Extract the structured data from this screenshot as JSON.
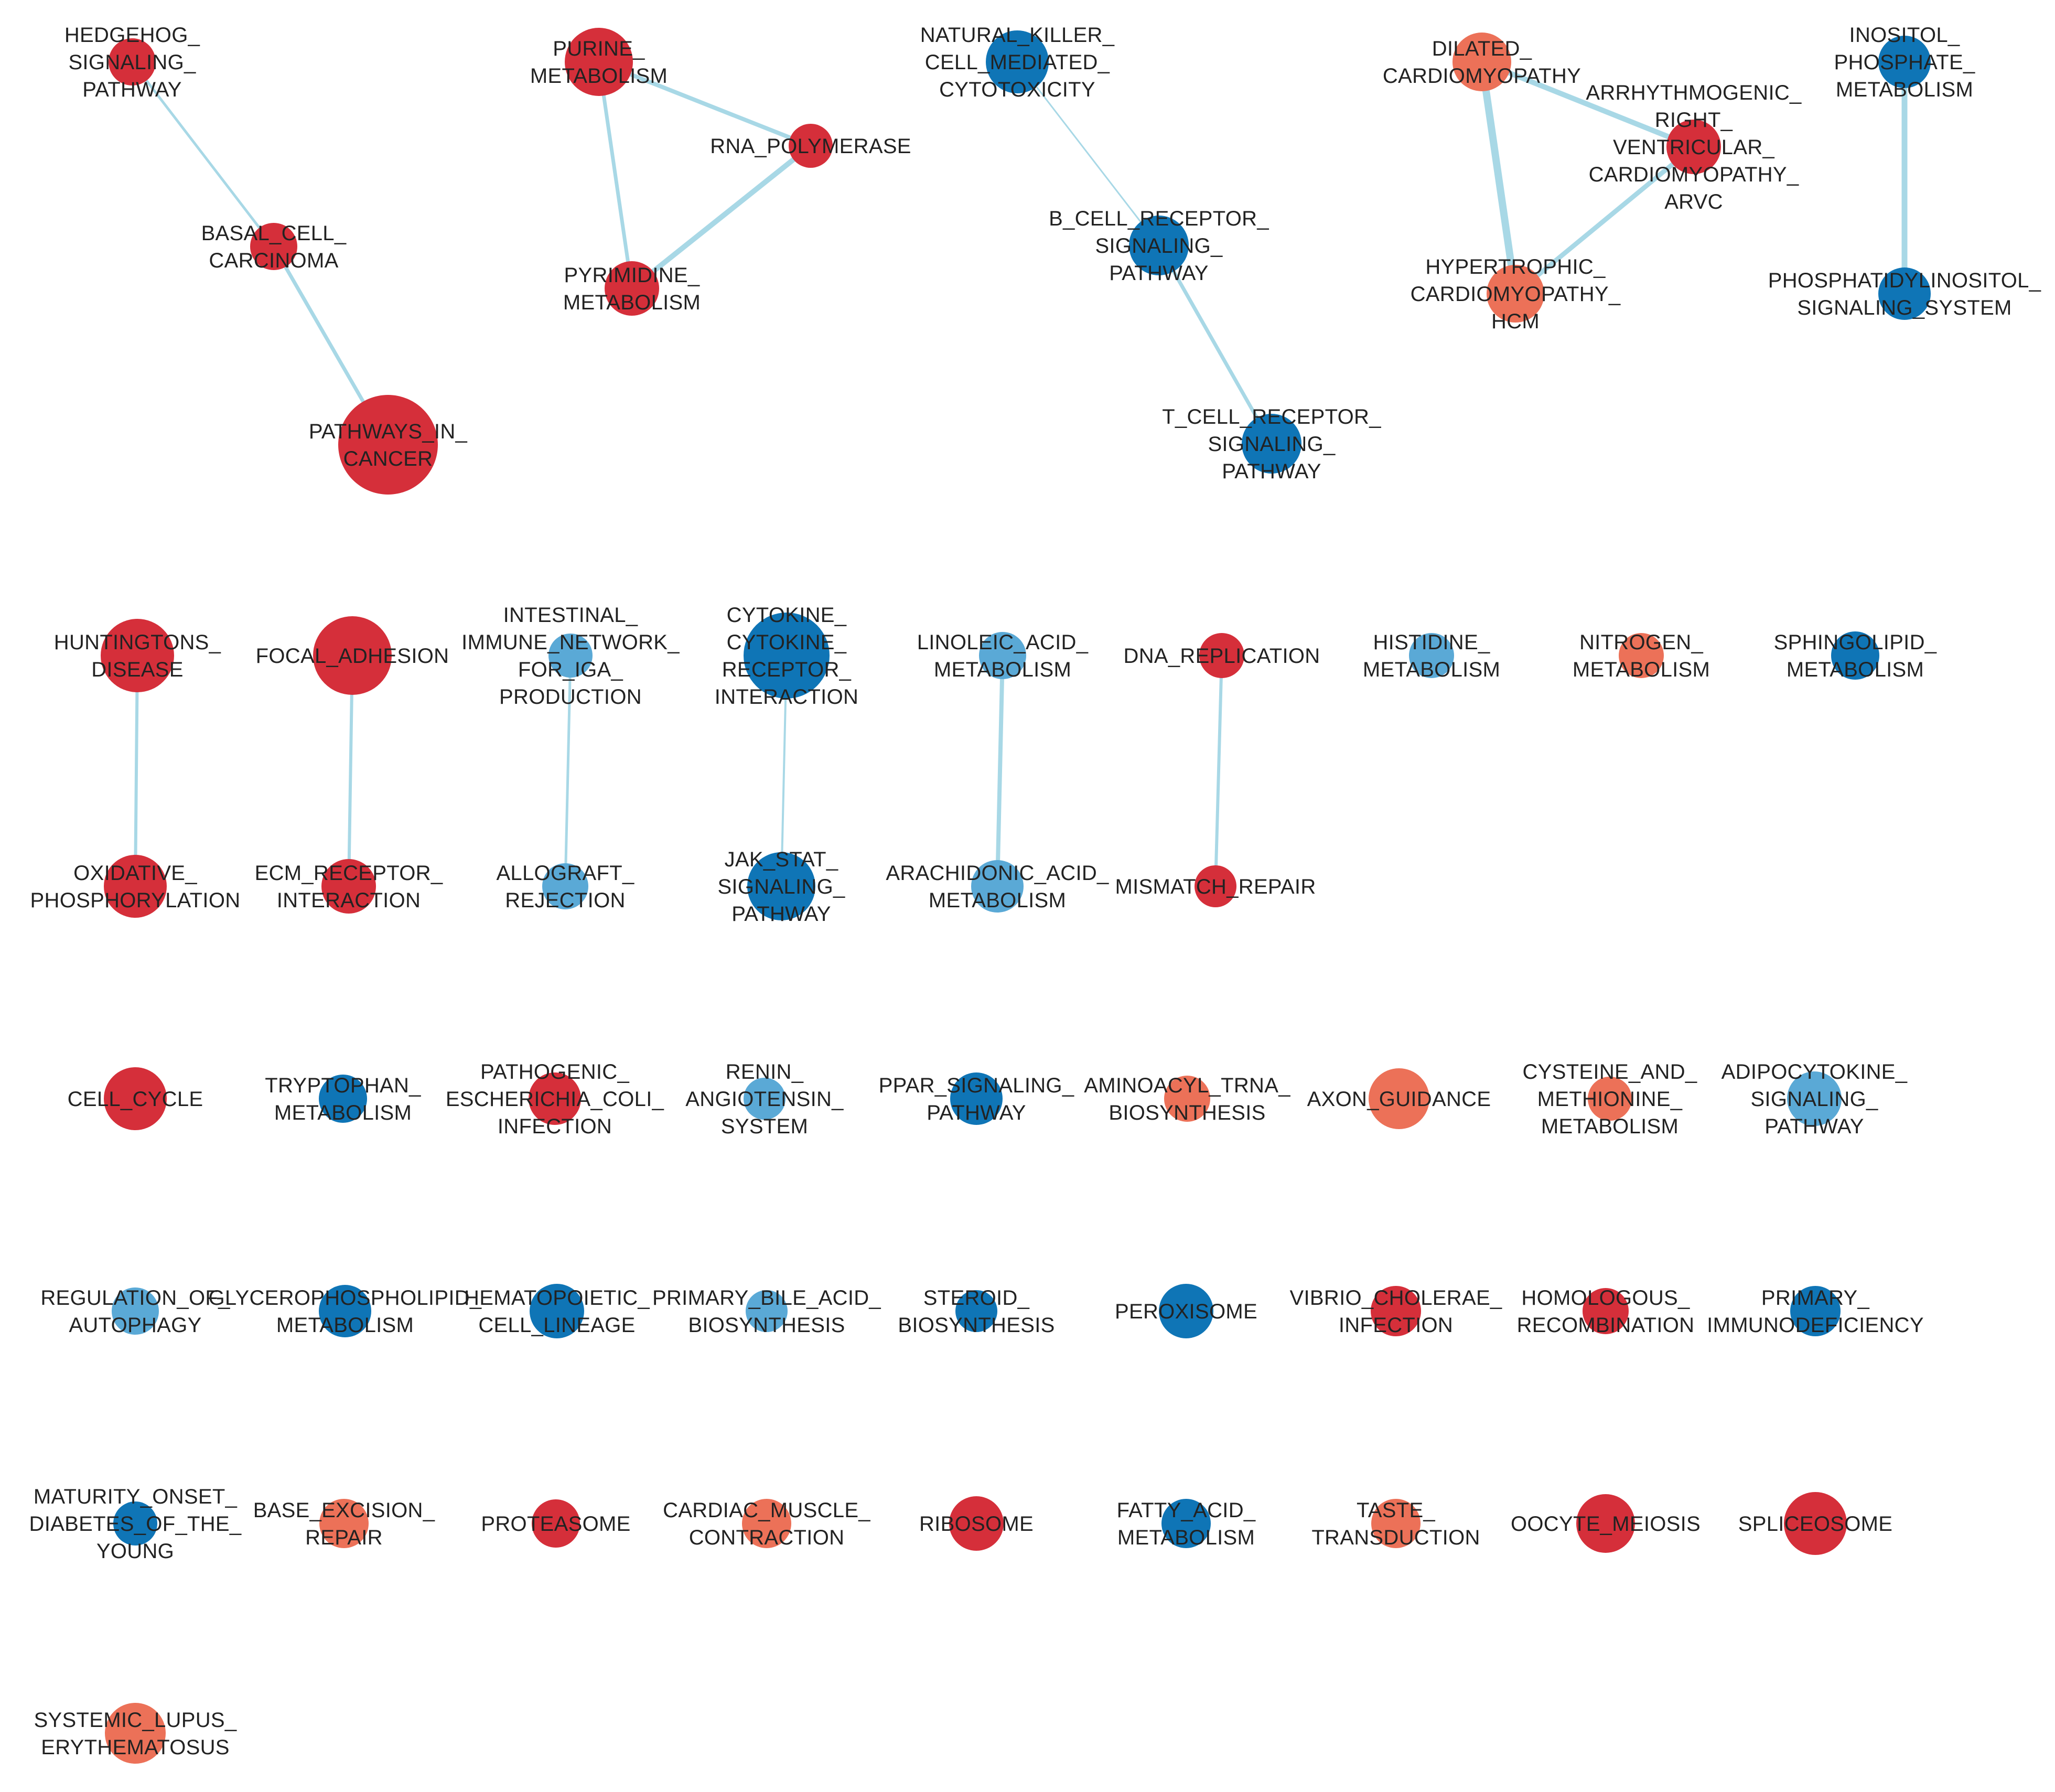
{
  "colors": {
    "edge": "#a8d8e6",
    "red": "#d52f3a",
    "salmon": "#ec7158",
    "blue": "#0f75b6",
    "lightblue": "#5aa9d6"
  },
  "nodes": [
    {
      "id": "hedgehog",
      "color": "red",
      "label": [
        "HEDGEHOG_",
        "SIGNALING_",
        "PATHWAY"
      ]
    },
    {
      "id": "basal",
      "color": "red",
      "label": [
        "BASAL_CELL_",
        "CARCINOMA"
      ]
    },
    {
      "id": "cancer",
      "color": "red",
      "label": [
        "PATHWAYS_IN_",
        "CANCER"
      ]
    },
    {
      "id": "purine",
      "color": "red",
      "label": [
        "PURINE_",
        "METABOLISM"
      ]
    },
    {
      "id": "rnapol",
      "color": "red",
      "label": [
        "RNA_POLYMERASE"
      ]
    },
    {
      "id": "pyrimidine",
      "color": "red",
      "label": [
        "PYRIMIDINE_",
        "METABOLISM"
      ]
    },
    {
      "id": "nk",
      "color": "blue",
      "label": [
        "NATURAL_KILLER_",
        "CELL_MEDIATED_",
        "CYTOTOXICITY"
      ]
    },
    {
      "id": "bcell",
      "color": "blue",
      "label": [
        "B_CELL_RECEPTOR_",
        "SIGNALING_",
        "PATHWAY"
      ]
    },
    {
      "id": "tcell",
      "color": "blue",
      "label": [
        "T_CELL_RECEPTOR_",
        "SIGNALING_",
        "PATHWAY"
      ]
    },
    {
      "id": "dilated",
      "color": "salmon",
      "label": [
        "DILATED_",
        "CARDIOMYOPATHY"
      ]
    },
    {
      "id": "arvc",
      "color": "red",
      "label": [
        "ARRHYTHMOGENIC_",
        "RIGHT_",
        "VENTRICULAR_",
        "CARDIOMYOPATHY_",
        "ARVC"
      ]
    },
    {
      "id": "hcm",
      "color": "salmon",
      "label": [
        "HYPERTROPHIC_",
        "CARDIOMYOPATHY_",
        "HCM"
      ]
    },
    {
      "id": "inositol",
      "color": "blue",
      "label": [
        "INOSITOL_",
        "PHOSPHATE_",
        "METABOLISM"
      ]
    },
    {
      "id": "phosphat",
      "color": "blue",
      "label": [
        "PHOSPHATIDYLINOSITOL_",
        "SIGNALING_SYSTEM"
      ]
    },
    {
      "id": "huntington",
      "color": "red",
      "label": [
        "HUNTINGTONS_",
        "DISEASE"
      ]
    },
    {
      "id": "oxphos",
      "color": "red",
      "label": [
        "OXIDATIVE_",
        "PHOSPHORYLATION"
      ]
    },
    {
      "id": "focal",
      "color": "red",
      "label": [
        "FOCAL_ADHESION"
      ]
    },
    {
      "id": "ecm",
      "color": "red",
      "label": [
        "ECM_RECEPTOR_",
        "INTERACTION"
      ]
    },
    {
      "id": "iga",
      "color": "lightblue",
      "label": [
        "INTESTINAL_",
        "IMMUNE_NETWORK_",
        "FOR_IGA_",
        "PRODUCTION"
      ]
    },
    {
      "id": "allograft",
      "color": "lightblue",
      "label": [
        "ALLOGRAFT_",
        "REJECTION"
      ]
    },
    {
      "id": "cytokine",
      "color": "blue",
      "label": [
        "CYTOKINE_",
        "CYTOKINE_",
        "RECEPTOR_",
        "INTERACTION"
      ]
    },
    {
      "id": "jakstat",
      "color": "blue",
      "label": [
        "JAK_STAT_",
        "SIGNALING_",
        "PATHWAY"
      ]
    },
    {
      "id": "linoleic",
      "color": "lightblue",
      "label": [
        "LINOLEIC_ACID_",
        "METABOLISM"
      ]
    },
    {
      "id": "arachidonic",
      "color": "lightblue",
      "label": [
        "ARACHIDONIC_ACID_",
        "METABOLISM"
      ]
    },
    {
      "id": "dnarep",
      "color": "red",
      "label": [
        "DNA_REPLICATION"
      ]
    },
    {
      "id": "mismatch",
      "color": "red",
      "label": [
        "MISMATCH_REPAIR"
      ]
    },
    {
      "id": "histidine",
      "color": "lightblue",
      "label": [
        "HISTIDINE_",
        "METABOLISM"
      ]
    },
    {
      "id": "nitrogen",
      "color": "salmon",
      "label": [
        "NITROGEN_",
        "METABOLISM"
      ]
    },
    {
      "id": "sphingolipid",
      "color": "blue",
      "label": [
        "SPHINGOLIPID_",
        "METABOLISM"
      ]
    },
    {
      "id": "cellcycle",
      "color": "red",
      "label": [
        "CELL_CYCLE"
      ]
    },
    {
      "id": "tryptophan",
      "color": "blue",
      "label": [
        "TRYPTOPHAN_",
        "METABOLISM"
      ]
    },
    {
      "id": "ecoli",
      "color": "red",
      "label": [
        "PATHOGENIC_",
        "ESCHERICHIA_COLI_",
        "INFECTION"
      ]
    },
    {
      "id": "renin",
      "color": "lightblue",
      "label": [
        "RENIN_",
        "ANGIOTENSIN_",
        "SYSTEM"
      ]
    },
    {
      "id": "ppar",
      "color": "blue",
      "label": [
        "PPAR_SIGNALING_",
        "PATHWAY"
      ]
    },
    {
      "id": "aminoacyl",
      "color": "salmon",
      "label": [
        "AMINOACYL_TRNA_",
        "BIOSYNTHESIS"
      ]
    },
    {
      "id": "axon",
      "color": "salmon",
      "label": [
        "AXON_GUIDANCE"
      ]
    },
    {
      "id": "cysteine",
      "color": "salmon",
      "label": [
        "CYSTEINE_AND_",
        "METHIONINE_",
        "METABOLISM"
      ]
    },
    {
      "id": "adipocyto",
      "color": "lightblue",
      "label": [
        "ADIPOCYTOKINE_",
        "SIGNALING_",
        "PATHWAY"
      ]
    },
    {
      "id": "autophagy",
      "color": "lightblue",
      "label": [
        "REGULATION_OF_",
        "AUTOPHAGY"
      ]
    },
    {
      "id": "glycero",
      "color": "blue",
      "label": [
        "GLYCEROPHOSPHOLIPID_",
        "METABOLISM"
      ]
    },
    {
      "id": "hemato",
      "color": "blue",
      "label": [
        "HEMATOPOIETIC_",
        "CELL_LINEAGE"
      ]
    },
    {
      "id": "bileacid",
      "color": "lightblue",
      "label": [
        "PRIMARY_BILE_ACID_",
        "BIOSYNTHESIS"
      ]
    },
    {
      "id": "steroid",
      "color": "blue",
      "label": [
        "STEROID_",
        "BIOSYNTHESIS"
      ]
    },
    {
      "id": "peroxisome",
      "color": "blue",
      "label": [
        "PEROXISOME"
      ]
    },
    {
      "id": "vibrio",
      "color": "red",
      "label": [
        "VIBRIO_CHOLERAE_",
        "INFECTION"
      ]
    },
    {
      "id": "homologous",
      "color": "red",
      "label": [
        "HOMOLOGOUS_",
        "RECOMBINATION"
      ]
    },
    {
      "id": "immunodef",
      "color": "blue",
      "label": [
        "PRIMARY_",
        "IMMUNODEFICIENCY"
      ]
    },
    {
      "id": "mody",
      "color": "blue",
      "label": [
        "MATURITY_ONSET_",
        "DIABETES_OF_THE_",
        "YOUNG"
      ]
    },
    {
      "id": "ber",
      "color": "salmon",
      "label": [
        "BASE_EXCISION_",
        "REPAIR"
      ]
    },
    {
      "id": "proteasome",
      "color": "red",
      "label": [
        "PROTEASOME"
      ]
    },
    {
      "id": "cardiac",
      "color": "salmon",
      "label": [
        "CARDIAC_MUSCLE_",
        "CONTRACTION"
      ]
    },
    {
      "id": "ribosome",
      "color": "red",
      "label": [
        "RIBOSOME"
      ]
    },
    {
      "id": "fattyacid",
      "color": "blue",
      "label": [
        "FATTY_ACID_",
        "METABOLISM"
      ]
    },
    {
      "id": "taste",
      "color": "salmon",
      "label": [
        "TASTE_",
        "TRANSDUCTION"
      ]
    },
    {
      "id": "oocyte",
      "color": "red",
      "label": [
        "OOCYTE_MEIOSIS"
      ]
    },
    {
      "id": "spliceosome",
      "color": "red",
      "label": [
        "SPLICEOSOME"
      ]
    },
    {
      "id": "lupus",
      "color": "salmon",
      "label": [
        "SYSTEMIC_LUPUS_",
        "ERYTHEMATOSUS"
      ]
    }
  ],
  "edges": [
    {
      "source": "hedgehog",
      "target": "basal"
    },
    {
      "source": "basal",
      "target": "cancer"
    },
    {
      "source": "purine",
      "target": "rnapol"
    },
    {
      "source": "purine",
      "target": "pyrimidine"
    },
    {
      "source": "rnapol",
      "target": "pyrimidine"
    },
    {
      "source": "nk",
      "target": "bcell"
    },
    {
      "source": "bcell",
      "target": "tcell"
    },
    {
      "source": "dilated",
      "target": "arvc"
    },
    {
      "source": "dilated",
      "target": "hcm"
    },
    {
      "source": "arvc",
      "target": "hcm"
    },
    {
      "source": "inositol",
      "target": "phosphat"
    },
    {
      "source": "huntington",
      "target": "oxphos"
    },
    {
      "source": "focal",
      "target": "ecm"
    },
    {
      "source": "iga",
      "target": "allograft"
    },
    {
      "source": "cytokine",
      "target": "jakstat"
    },
    {
      "source": "linoleic",
      "target": "arachidonic"
    },
    {
      "source": "dnarep",
      "target": "mismatch"
    }
  ]
}
